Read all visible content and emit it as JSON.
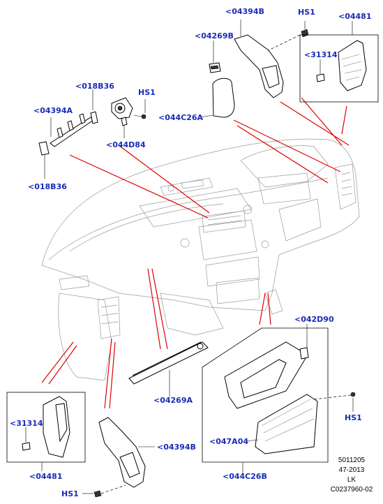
{
  "callouts": {
    "c04394A": "<04394A",
    "c018B36_top": "<018B36",
    "c018B36_bottom": "<018B36",
    "cHS1_mid": "HS1",
    "c044D84": "<044D84",
    "c04269B": "<04269B",
    "c044C26A": "<044C26A",
    "c04394B_top": "<04394B",
    "cHS1_top": "HS1",
    "c04481_top": "<04481",
    "c31314_top": "<31314",
    "c042D90": "<042D90",
    "c04269A": "<04269A",
    "cHS1_right": "HS1",
    "c047A04": "<047A04",
    "c044C26B": "<044C26B",
    "c31314_bottom": "<31314",
    "c04481_bottom": "<04481",
    "c04394B_bottom": "<04394B",
    "cHS1_bottom": "HS1"
  },
  "reference": {
    "line1": "5011205",
    "line2": "47-2013",
    "line3": "LK",
    "line4": "C0237960-02"
  },
  "colors": {
    "callout_text": "#1a2bb8",
    "leader_red": "#e00000"
  }
}
